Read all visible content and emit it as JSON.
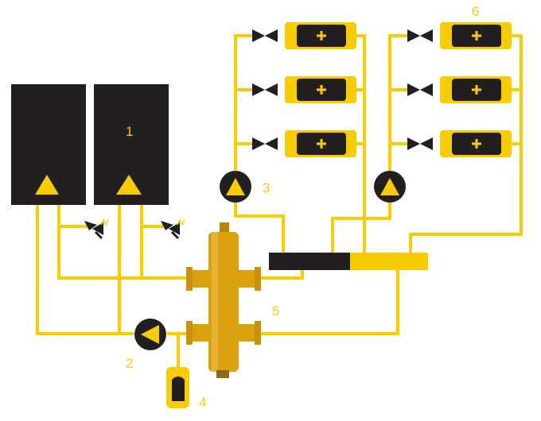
{
  "colors": {
    "pipe": "#f7cd00",
    "dark": "#231f20",
    "brass": "#d9a10e",
    "background": "#ffffff"
  },
  "labels": {
    "boilers": "1",
    "boiler_pump": "2",
    "circuit_pump": "3",
    "expansion_vessel": "4",
    "hydraulic_separator": "5",
    "radiators": "6"
  },
  "icons": {
    "pump": "pump-triangle-icon",
    "valve": "butterfly-valve-icon",
    "three_way_valve": "motorized-valve-icon",
    "radiator_plus": "plus-icon"
  }
}
